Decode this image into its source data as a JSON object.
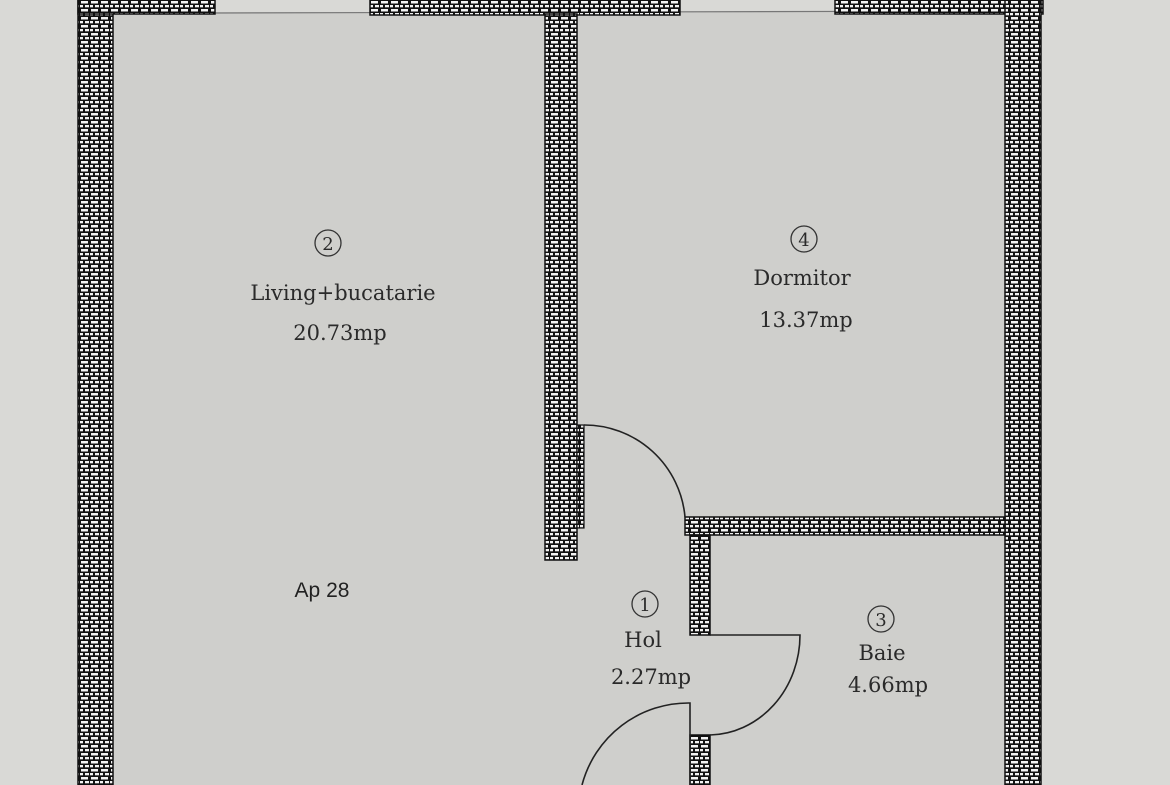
{
  "apartment_label": "Ap 28",
  "rooms": [
    {
      "number": "2",
      "name": "Living+bucatarie",
      "area": "20.73mp"
    },
    {
      "number": "4",
      "name": "Dormitor",
      "area": "13.37mp"
    },
    {
      "number": "1",
      "name": "Hol",
      "area": "2.27mp"
    },
    {
      "number": "3",
      "name": "Baie",
      "area": "4.66mp"
    }
  ],
  "colors": {
    "paper": "#cfcfcc",
    "outside": "#d9d9d6",
    "wall": "#111111"
  }
}
